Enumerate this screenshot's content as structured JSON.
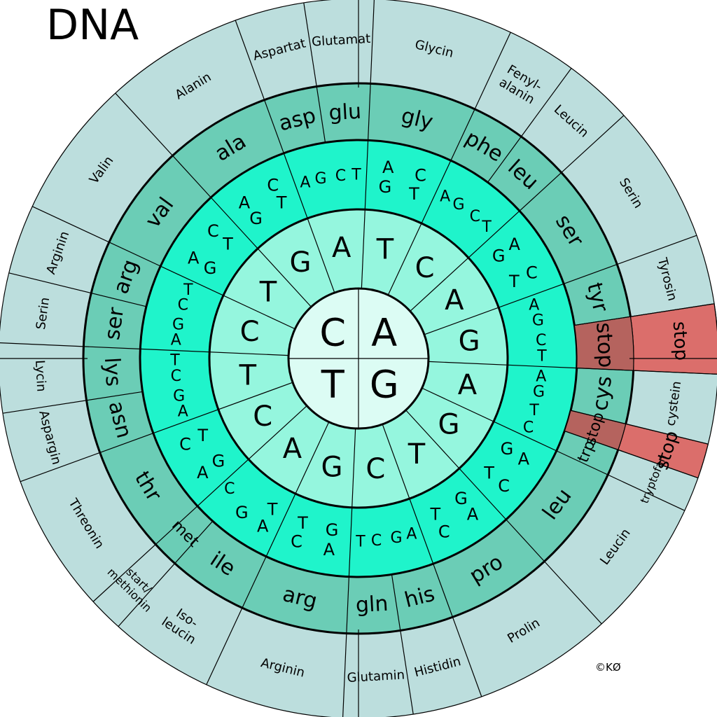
{
  "title": "DNA",
  "copyright": "©KØ",
  "colors": {
    "center": "#dcfcf4",
    "ring1": "#95f6de",
    "ring2": "#1ff4cb",
    "ring3": "#6bcdb6",
    "ring4": "#bcdedd",
    "stop": "#db6e6b",
    "stop_inner": "#b5635e",
    "stroke": "#000000"
  },
  "center": [
    "C",
    "A",
    "G",
    "T"
  ],
  "second_bases": [
    [
      "T",
      "C",
      "A",
      "G"
    ],
    [
      "A",
      "G",
      "T",
      "C"
    ],
    [
      "G",
      "A",
      "C",
      "T"
    ],
    [
      "C",
      "T",
      "G",
      "A"
    ]
  ],
  "codon_groups": [
    {
      "third": [
        "A",
        "C",
        "G",
        "T"
      ],
      "abbr": "gly",
      "name": "Glycin"
    },
    {
      "third": [
        "A",
        "G"
      ],
      "abbr": "phe",
      "name": "Fenyl-\nalanin"
    },
    {
      "third": [
        "C",
        "T"
      ],
      "abbr": "leu",
      "name": "Leucin"
    },
    {
      "third": [
        "A",
        "C",
        "G",
        "T"
      ],
      "abbr": "ser",
      "name": "Serin"
    },
    {
      "third": [
        "A",
        "G"
      ],
      "abbr": "tyr",
      "name": "Tyrosin"
    },
    {
      "third": [
        "C",
        "T"
      ],
      "abbr": "stop",
      "name": "",
      "stop": true
    },
    {
      "third": [
        "A",
        "G"
      ],
      "abbr": "cys",
      "name": "cystein"
    },
    {
      "third": [
        "T"
      ],
      "abbr": "stop",
      "name": "",
      "stop": true
    },
    {
      "third": [
        "C"
      ],
      "abbr": "trp",
      "name": "tryptofan"
    },
    {
      "third": [
        "A",
        "C",
        "G",
        "T"
      ],
      "abbr": "leu",
      "name": "Leucin"
    },
    {
      "third": [
        "A",
        "C",
        "G",
        "T"
      ],
      "abbr": "pro",
      "name": "Prolin"
    },
    {
      "third": [
        "A",
        "G"
      ],
      "abbr": "his",
      "name": "Histidin"
    },
    {
      "third": [
        "C",
        "T"
      ],
      "abbr": "gln",
      "name": "Glutamin"
    },
    {
      "third": [
        "A",
        "C",
        "G",
        "T"
      ],
      "abbr": "arg",
      "name": "Arginin"
    },
    {
      "third": [
        "A",
        "G",
        "T"
      ],
      "abbr": "ile",
      "name": "Iso-\nleucin"
    },
    {
      "third": [
        "C"
      ],
      "abbr": "met",
      "name": "start/\nmethionin"
    },
    {
      "third": [
        "A",
        "C",
        "G",
        "T"
      ],
      "abbr": "thr",
      "name": "Threonin"
    },
    {
      "third": [
        "A",
        "G"
      ],
      "abbr": "asn",
      "name": "Aspargin"
    },
    {
      "third": [
        "C",
        "T"
      ],
      "abbr": "lys",
      "name": "Lycin"
    },
    {
      "third": [
        "A",
        "G"
      ],
      "abbr": "ser",
      "name": "Serin"
    },
    {
      "third": [
        "C",
        "T"
      ],
      "abbr": "arg",
      "name": "Arginin"
    },
    {
      "third": [
        "A",
        "C",
        "G",
        "T"
      ],
      "abbr": "val",
      "name": "Valin"
    },
    {
      "third": [
        "A",
        "C",
        "G",
        "T"
      ],
      "abbr": "ala",
      "name": "Alanin"
    },
    {
      "third": [
        "A",
        "G"
      ],
      "abbr": "asp",
      "name": "Aspartat"
    },
    {
      "third": [
        "C",
        "T"
      ],
      "abbr": "glu",
      "name": "Glutamat"
    }
  ]
}
